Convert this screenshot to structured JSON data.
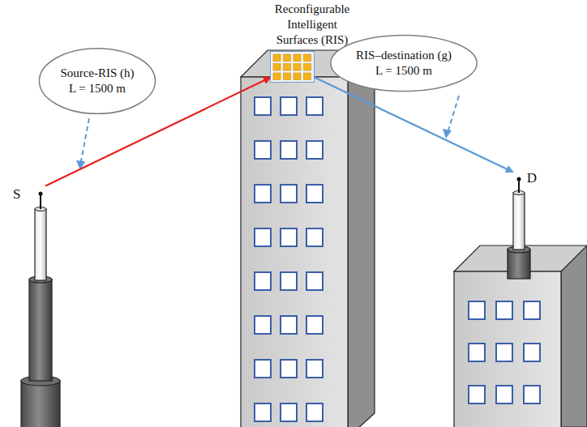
{
  "diagram": {
    "nodes": [
      {
        "text": [
          "Reconfigurable Intelligent Surfaces (RIS)"
        ]
      },
      {
        "text": [
          "Source-RIS (h)",
          "L = 1500 m"
        ]
      },
      {
        "text": [
          "RIS–destination (g)",
          "L = 1500 m"
        ]
      },
      {
        "text": [
          "S"
        ]
      },
      {
        "text": [
          "D"
        ]
      }
    ],
    "edges": [
      {
        "from": 3,
        "to": 0,
        "arrow": "to"
      },
      {
        "from": 0,
        "to": 4,
        "arrow": "to"
      }
    ]
  }
}
